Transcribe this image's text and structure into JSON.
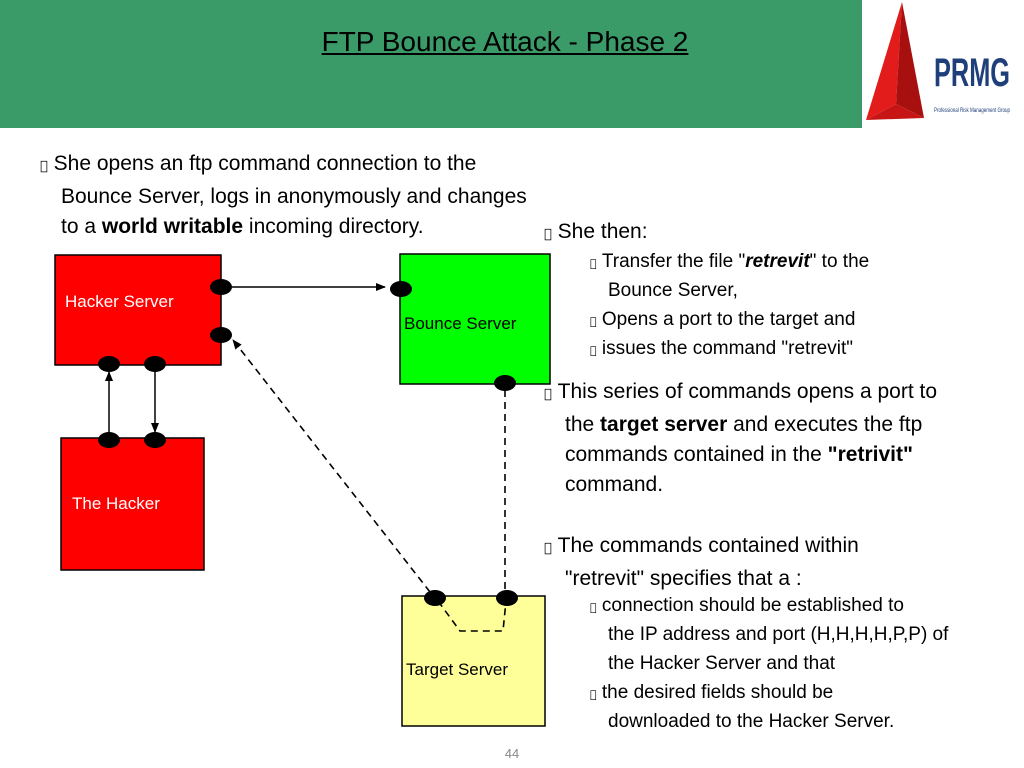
{
  "header": {
    "title": "FTP Bounce Attack - Phase 2"
  },
  "logo": {
    "brand": "PRMG",
    "tagline": "Professional Risk Management Group"
  },
  "intro": {
    "bullet": "",
    "line1": "She opens an ftp command connection to the",
    "line2": "Bounce Server, logs in anonymously and changes",
    "line3_prefix": "to a ",
    "line3_bold": "world writable",
    "line3_suffix": " incoming directory."
  },
  "steps": {
    "heading": "She then:",
    "items": [
      {
        "prefix": "Transfer the file \"",
        "bold_italic": "retrevit",
        "suffix": "\" to the"
      },
      {
        "text": "Bounce Server,"
      },
      {
        "text": "Opens a port to the target and"
      },
      {
        "text": "issues the command \"retrevit\""
      }
    ]
  },
  "series": {
    "line1": "This series of commands opens a port to",
    "line2_prefix": "the ",
    "line2_bold": "target server",
    "line2_suffix": " and executes the ftp",
    "line3_prefix": "commands contained in the ",
    "line3_bold": "\"retrivit\"",
    "line4": "command."
  },
  "commands": {
    "line1": "The commands contained within",
    "line2": "\"retrevit\" specifies that a :",
    "sub1_line1": " connection should be established to",
    "sub1_line2": "the IP address and port (H,H,H,H,P,P) of",
    "sub1_line3": "the Hacker Server and that",
    "sub2_line1": " the desired fields should be",
    "sub2_line2": "downloaded to the Hacker Server."
  },
  "diagram": {
    "hacker_server": "Hacker Server",
    "bounce_server": "Bounce Server",
    "the_hacker": "The Hacker",
    "target_server": "Target Server",
    "colors": {
      "red": "#ff0000",
      "green": "#00ff00",
      "yellow": "#ffff99"
    }
  },
  "page_number": "44"
}
